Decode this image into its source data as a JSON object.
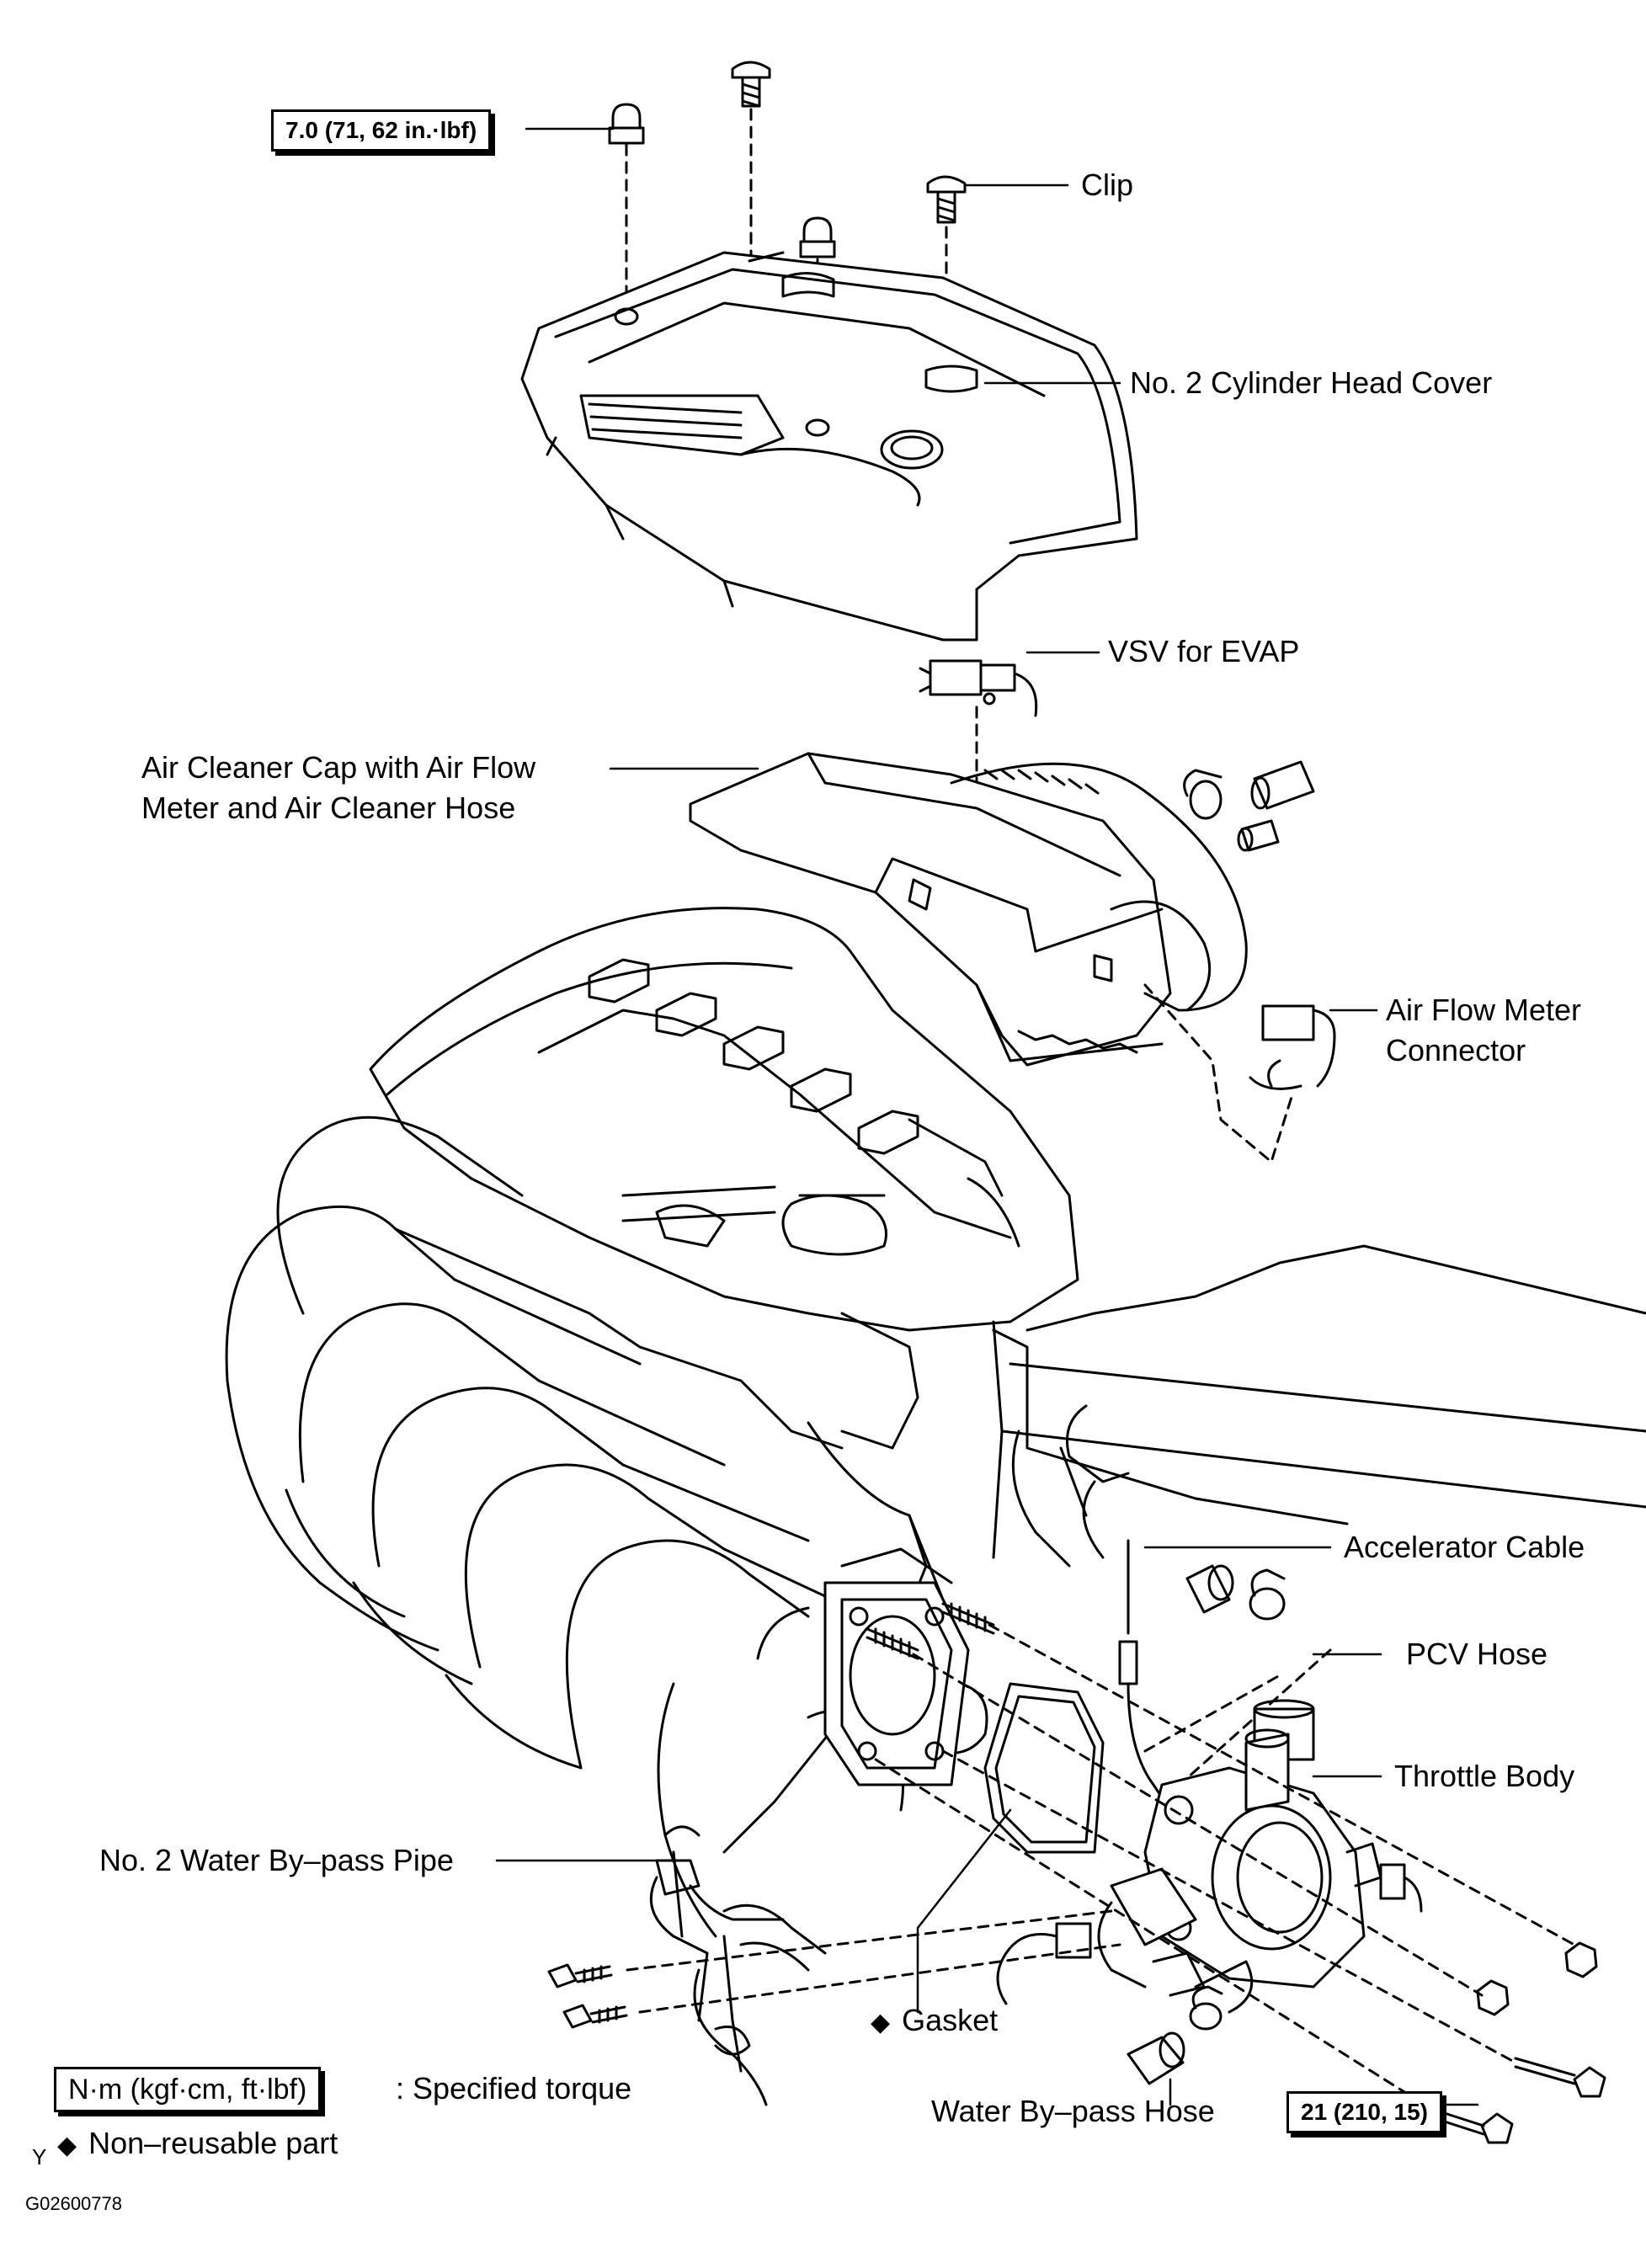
{
  "labels": {
    "torque_top": "7.0 (71, 62 in.·lbf)",
    "clip": "Clip",
    "cylinder_head_cover": "No. 2 Cylinder Head Cover",
    "vsv_evap": "VSV for EVAP",
    "air_cleaner_cap_line1": "Air Cleaner Cap with Air Flow",
    "air_cleaner_cap_line2": "Meter and Air Cleaner Hose",
    "afm_connector_line1": "Air Flow Meter",
    "afm_connector_line2": "Connector",
    "accelerator_cable": "Accelerator Cable",
    "pcv_hose": "PCV Hose",
    "throttle_body": "Throttle Body",
    "water_bypass_pipe": "No. 2 Water By–pass Pipe",
    "gasket": "Gasket",
    "water_bypass_hose": "Water By–pass Hose",
    "torque_bottom": "21 (210, 15)"
  },
  "legend": {
    "torque_units": "N·m (kgf·cm, ft·lbf)",
    "torque_desc": ": Specified torque",
    "nonreusable_symbol": "◆",
    "nonreusable_desc": "Non–reusable part",
    "corner_mark": "Y"
  },
  "figure_id": "G02600778"
}
